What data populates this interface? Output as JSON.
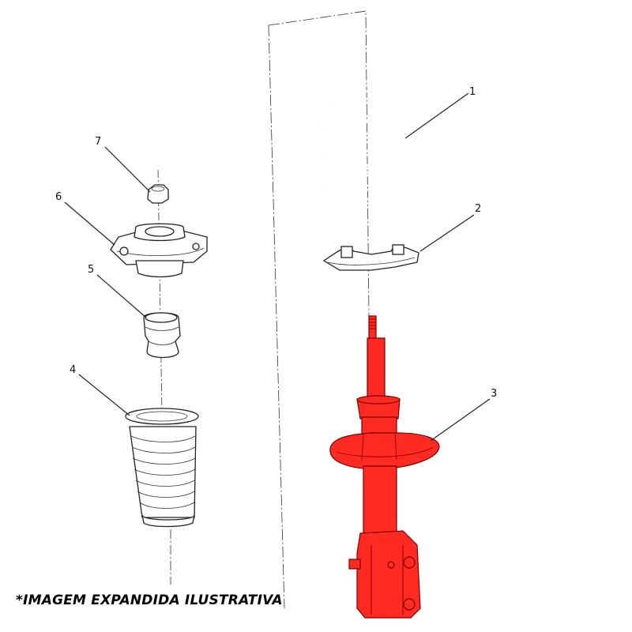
{
  "colors": {
    "accent": "#ff2a22",
    "outline": "#222222"
  },
  "callouts": [
    {
      "id": "1",
      "label": "1"
    },
    {
      "id": "2",
      "label": "2"
    },
    {
      "id": "3",
      "label": "3"
    },
    {
      "id": "4",
      "label": "4"
    },
    {
      "id": "5",
      "label": "5"
    },
    {
      "id": "6",
      "label": "6"
    },
    {
      "id": "7",
      "label": "7"
    }
  ],
  "caption": "*IMAGEM EXPANDIDA ILUSTRATIVA"
}
